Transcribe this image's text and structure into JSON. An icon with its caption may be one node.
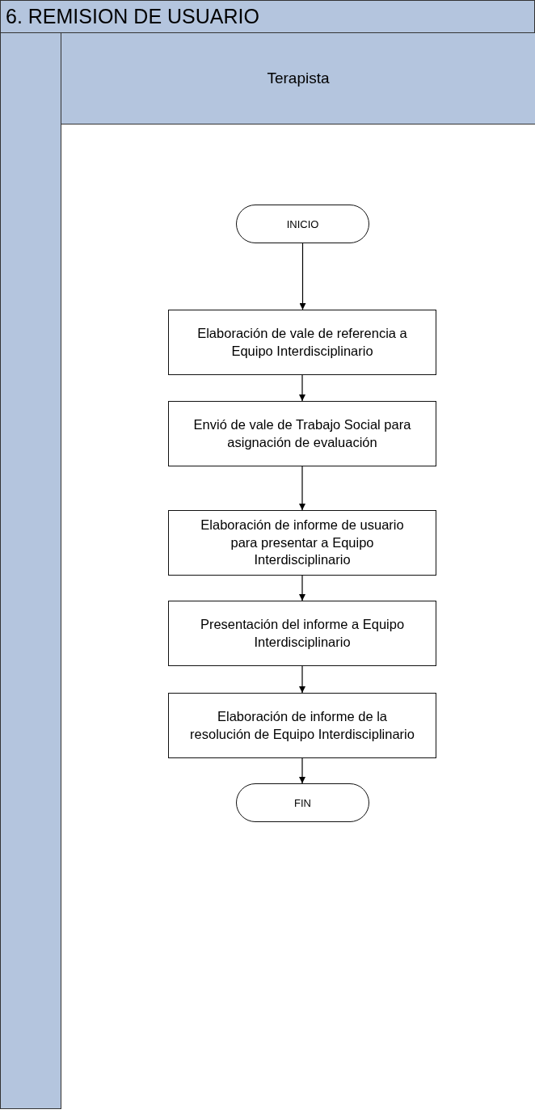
{
  "diagram": {
    "nodes": [
      {
        "text": [
          "6. REMISION DE USUARIO"
        ]
      },
      {
        "text": [
          "Terapista"
        ],
        "in": 0
      },
      {
        "text": [
          "INICIO"
        ],
        "in": 1
      },
      {
        "text": [
          "Elaboración de vale de referencia a Equipo Interdisciplinario"
        ],
        "in": 1
      },
      {
        "text": [
          "Envió de vale de Trabajo Social para asignación de evaluación"
        ],
        "in": 1
      },
      {
        "text": [
          "Elaboración de informe de usuario para presentar a Equipo Interdisciplinario"
        ],
        "in": 1
      },
      {
        "text": [
          "Presentación del informe a Equipo Interdisciplinario"
        ],
        "in": 1
      },
      {
        "text": [
          "Elaboración de informe de la resolución de Equipo Interdisciplinario"
        ],
        "in": 1
      },
      {
        "text": [
          "FIN"
        ],
        "in": 1
      }
    ],
    "edges": [
      {
        "from": 2,
        "to": 3,
        "arrow": "to"
      },
      {
        "from": 3,
        "to": 4,
        "arrow": "to"
      },
      {
        "from": 4,
        "to": 5,
        "arrow": "to"
      },
      {
        "from": 5,
        "to": 6,
        "arrow": "to"
      },
      {
        "from": 6,
        "to": 7,
        "arrow": "to"
      },
      {
        "from": 7,
        "to": 8,
        "arrow": "to"
      }
    ]
  }
}
